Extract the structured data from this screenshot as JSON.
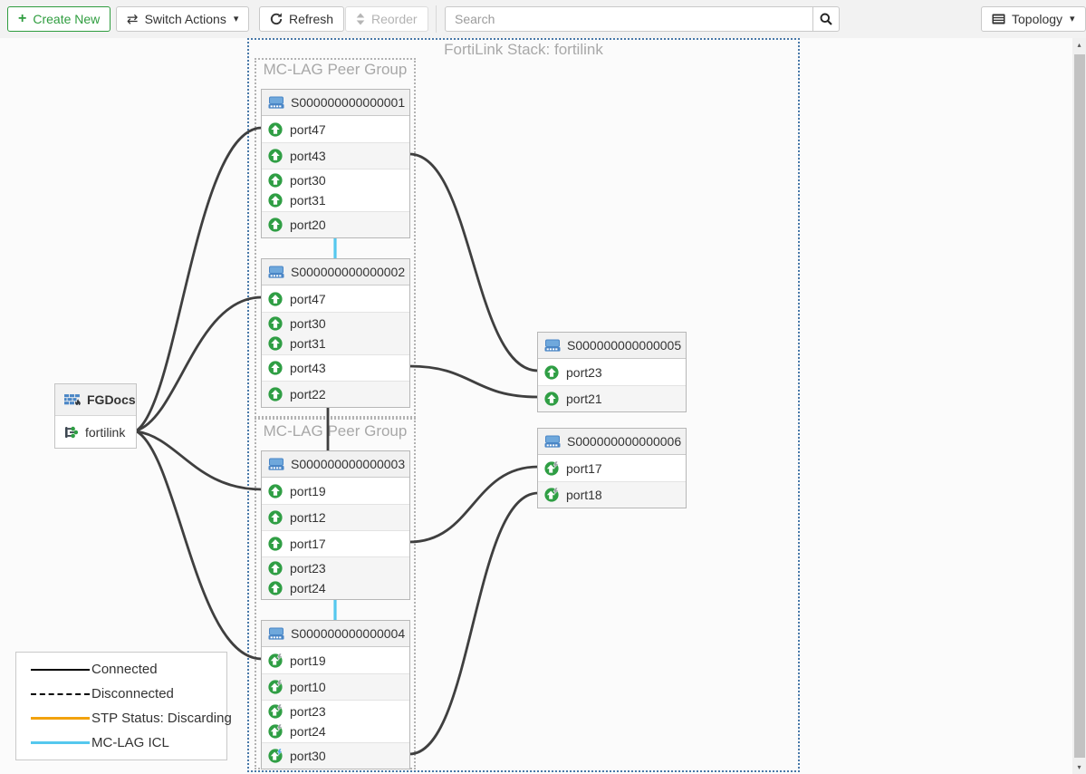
{
  "toolbar": {
    "create_new_label": "Create New",
    "switch_actions_label": "Switch Actions",
    "refresh_label": "Refresh",
    "reorder_label": "Reorder",
    "search_placeholder": "Search",
    "topology_label": "Topology"
  },
  "diagram": {
    "stack_title": "FortiLink Stack: fortilink",
    "group1_title": "MC-LAG Peer Group",
    "group2_title": "MC-LAG Peer Group",
    "fortigate": {
      "name": "FGDocs",
      "fortilink_label": "fortilink"
    }
  },
  "switches": [
    {
      "name": "S000000000000001",
      "ports": [
        [
          "port47"
        ],
        [
          "port43"
        ],
        [
          "port30",
          "port31"
        ],
        [
          "port20"
        ]
      ]
    },
    {
      "name": "S000000000000002",
      "ports": [
        [
          "port47"
        ],
        [
          "port30",
          "port31"
        ],
        [
          "port43"
        ],
        [
          "port22"
        ]
      ]
    },
    {
      "name": "S000000000000003",
      "ports": [
        [
          "port19"
        ],
        [
          "port12"
        ],
        [
          "port17"
        ],
        [
          "port23",
          "port24"
        ]
      ]
    },
    {
      "name": "S000000000000004",
      "ports": [
        [
          "port19"
        ],
        [
          "port10"
        ],
        [
          "port23",
          "port24"
        ],
        [
          "port30"
        ]
      ]
    },
    {
      "name": "S000000000000005",
      "ports": [
        [
          "port23"
        ],
        [
          "port21"
        ]
      ]
    },
    {
      "name": "S000000000000006",
      "ports": [
        [
          "port17"
        ],
        [
          "port18"
        ]
      ]
    }
  ],
  "connections": [
    {
      "from": "FGDocs:fortilink",
      "to": "S000000000000001:port47",
      "type": "connected"
    },
    {
      "from": "FGDocs:fortilink",
      "to": "S000000000000002:port47",
      "type": "connected"
    },
    {
      "from": "FGDocs:fortilink",
      "to": "S000000000000003:port19",
      "type": "connected"
    },
    {
      "from": "FGDocs:fortilink",
      "to": "S000000000000004:port19",
      "type": "connected"
    },
    {
      "from": "S000000000000001:port43",
      "to": "S000000000000005:port23",
      "type": "connected"
    },
    {
      "from": "S000000000000002:port43",
      "to": "S000000000000005:port21",
      "type": "connected"
    },
    {
      "from": "S000000000000003:port17",
      "to": "S000000000000006:port17",
      "type": "connected"
    },
    {
      "from": "S000000000000004:port30",
      "to": "S000000000000006:port18",
      "type": "connected"
    },
    {
      "from": "S000000000000001",
      "to": "S000000000000002",
      "type": "mclag-icl"
    },
    {
      "from": "S000000000000002",
      "to": "S000000000000003",
      "type": "connected"
    },
    {
      "from": "S000000000000003",
      "to": "S000000000000004",
      "type": "mclag-icl"
    }
  ],
  "legend": [
    {
      "label": "Connected",
      "line": "solid",
      "color": "#000000"
    },
    {
      "label": "Disconnected",
      "line": "dashed",
      "color": "#000000"
    },
    {
      "label": "STP Status: Discarding",
      "line": "solid",
      "color": "#f2a20d"
    },
    {
      "label": "MC-LAG ICL",
      "line": "solid",
      "color": "#55c8ee"
    }
  ],
  "colors": {
    "accent_green": "#2f9d3f",
    "port_green": "#2f9e44",
    "switch_blue": "#5b93d2",
    "connection_dark": "#3f3f3f",
    "mclag_icl_cyan": "#55c8ee",
    "stp_orange": "#f2a20d",
    "stack_border_blue": "#4878a8",
    "group_border_gray": "#b3b3b3"
  },
  "icons": {
    "create_new": "plus-icon",
    "switch_actions": "shuffle-icon",
    "refresh": "refresh-icon",
    "reorder": "sort-icon",
    "search": "search-icon",
    "topology": "list-icon",
    "dropdown": "caret-down-icon",
    "switch_node": "switch-device-icon",
    "fortigate": "firewall-brick-icon",
    "fortilink": "link-tree-icon",
    "port_up": "green-circle-up-arrow",
    "port_lag": "green-circle-up-arrow-gray-badge",
    "port_flag": "green-circle-up-arrow-blue-lightning"
  }
}
